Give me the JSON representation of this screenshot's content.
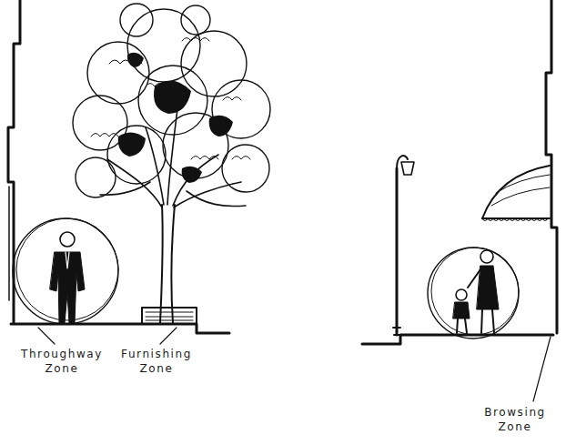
{
  "diagram": {
    "labels": [
      "Throughway Zone",
      "Furnishing Zone",
      "Browsing Zone"
    ]
  }
}
